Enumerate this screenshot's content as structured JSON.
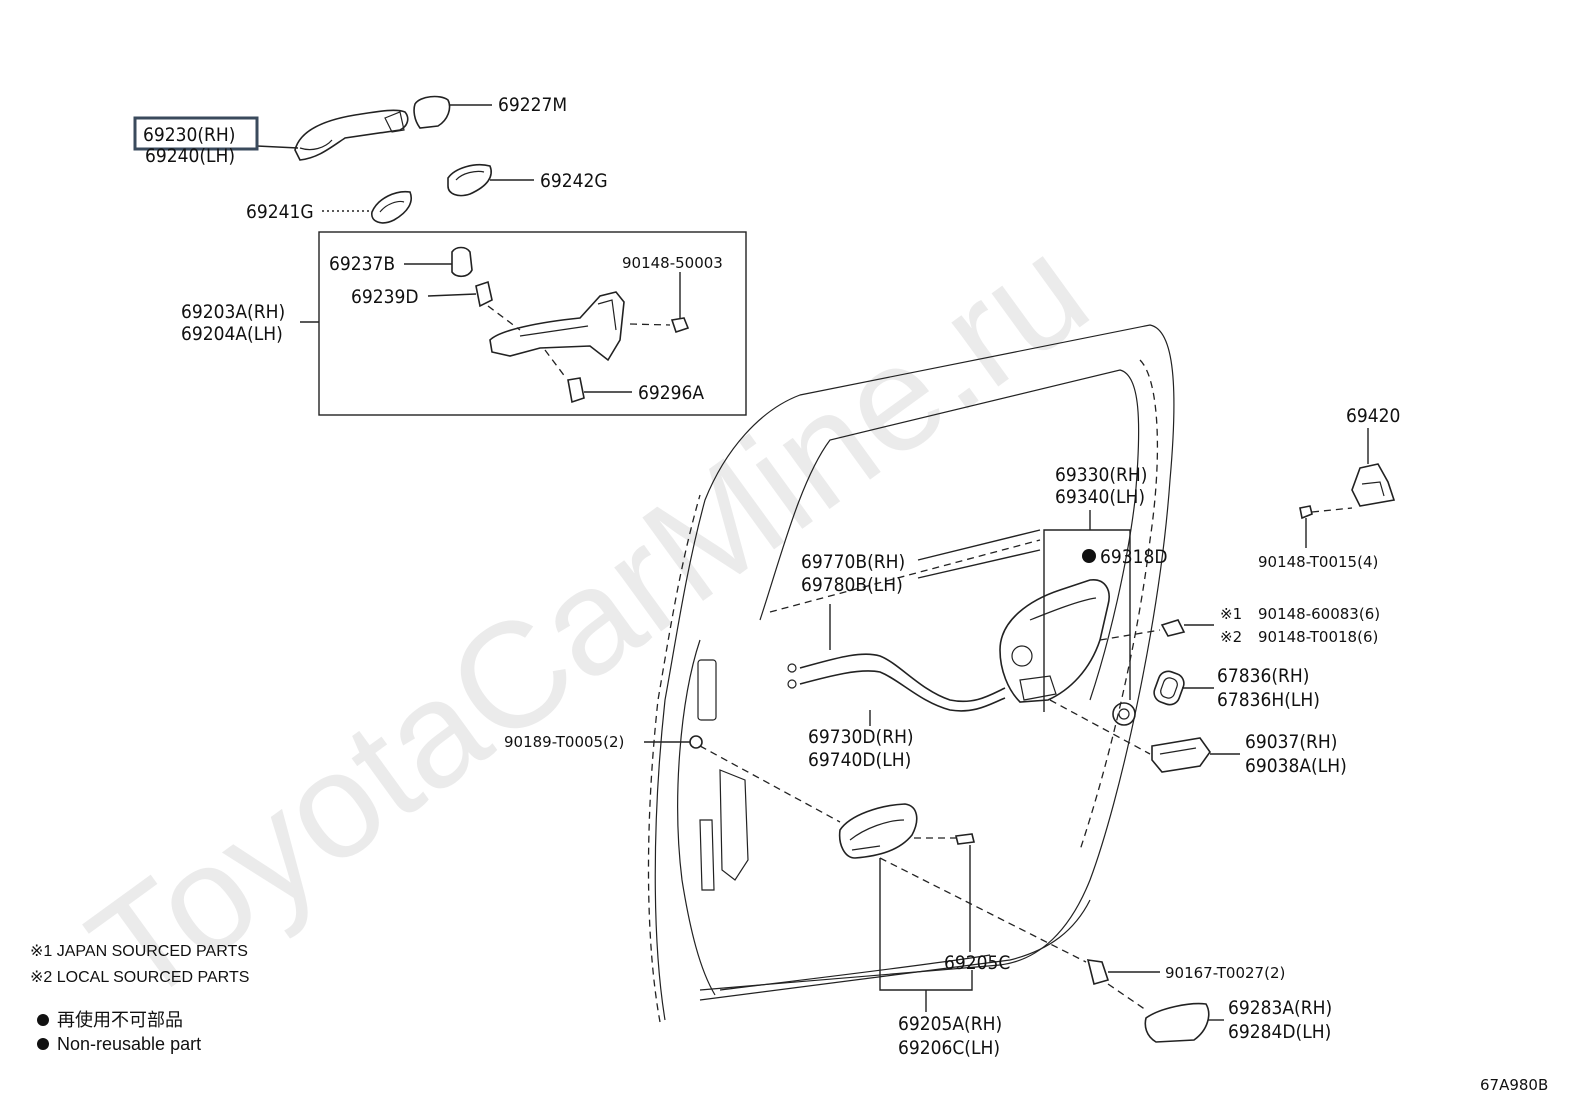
{
  "watermark": "ToyotaCarMine.ru",
  "figure_code": "67A980B",
  "highlight_color": "#3a4a5c",
  "labels": {
    "p69230": "69230(RH)",
    "p69240": "69240(LH)",
    "p69227M": "69227M",
    "p69242G": "69242G",
    "p69241G": "69241G",
    "p69237B": "69237B",
    "p90148_50003": "90148-50003",
    "p69239D": "69239D",
    "p69203A": "69203A(RH)",
    "p69204A": "69204A(LH)",
    "p69296A": "69296A",
    "p69420": "69420",
    "p69330": "69330(RH)",
    "p69340": "69340(LH)",
    "p69318D": "69318D",
    "p90148_T0015": "90148-T0015(4)",
    "p69770B": "69770B(RH)",
    "p69780B": "69780B(LH)",
    "p90148_60083": "90148-60083(6)",
    "p90148_T0018": "90148-T0018(6)",
    "mark1": "※1",
    "mark2": "※2",
    "p67836": "67836(RH)",
    "p67836H": "67836H(LH)",
    "p69730D": "69730D(RH)",
    "p69740D": "69740D(LH)",
    "p90189_T0005": "90189-T0005(2)",
    "p69037": "69037(RH)",
    "p69038A": "69038A(LH)",
    "p69205C": "69205C",
    "p90167_T0027": "90167-T0027(2)",
    "p69283A": "69283A(RH)",
    "p69284D": "69284D(LH)",
    "p69205A": "69205A(RH)",
    "p69206C": "69206C(LH)"
  },
  "legend": {
    "note1": "※1  JAPAN SOURCED PARTS",
    "note2": "※2  LOCAL SOURCED PARTS",
    "nonreuse_jp": "再使用不可部品",
    "nonreuse_en": "Non-reusable part"
  }
}
